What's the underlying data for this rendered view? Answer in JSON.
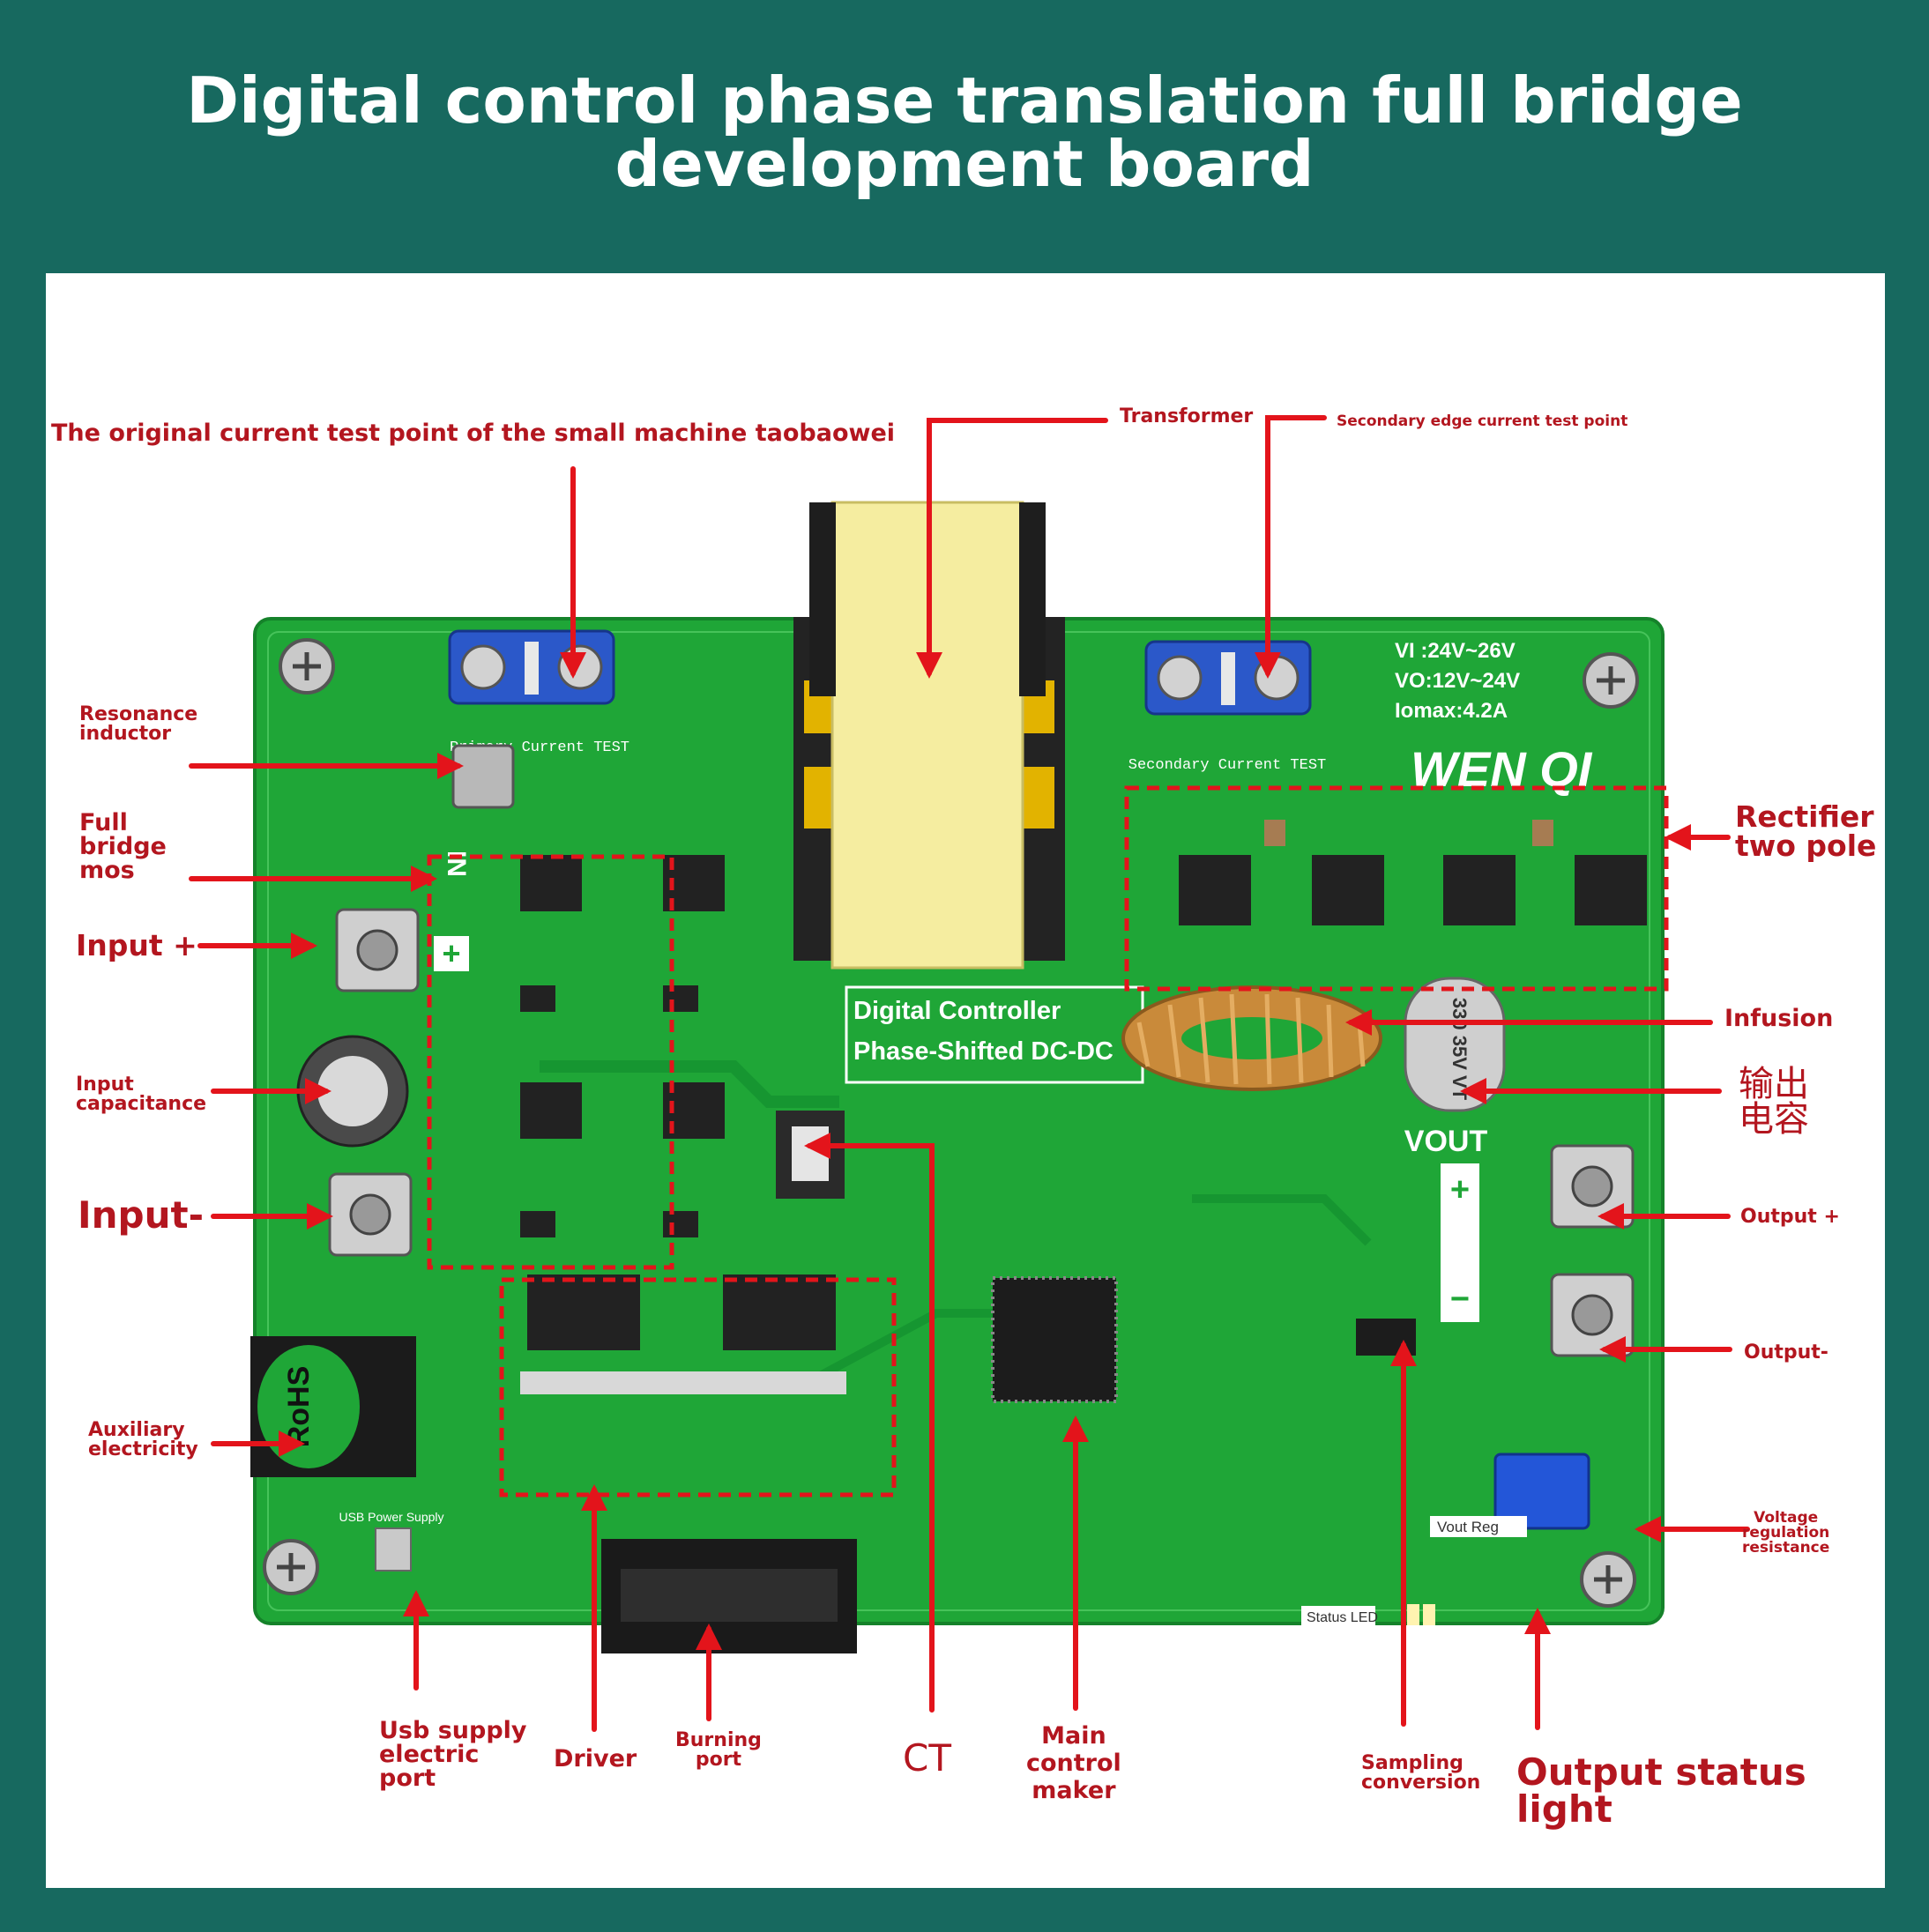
{
  "title": "Digital control phase translation full bridge development board",
  "board": {
    "primary_test_label": "Primary Current TEST",
    "secondary_test_label": "Secondary Current TEST",
    "spec_line_1": "VI :24V~26V",
    "spec_line_2": "VO:12V~24V",
    "spec_line_3": "Iomax:4.2A",
    "brand": "WEN QI",
    "controller_line_1": "Digital Controller",
    "controller_line_2": "Phase-Shifted DC-DC",
    "vout_label": "VOUT",
    "plus_sign": "+",
    "minus_sign": "−",
    "in_label": "IN",
    "rohs": "RoHS",
    "cap_value": "330 35V VT",
    "status_led_label": "Status LED",
    "usb_label": "USB Power Supply",
    "vout_reg_label": "Vout Reg"
  },
  "callouts": {
    "original_test_point": "The original current test point of the small machine taobaowei",
    "transformer": "Transformer",
    "secondary_test_point": "Secondary edge current test point",
    "resonance_inductor": "Resonance\ninductor",
    "full_bridge_mos": "Full\nbridge\nmos",
    "input_plus": "Input +",
    "input_capacitance": "Input\ncapacitance",
    "input_minus": "Input-",
    "auxiliary_electricity": "Auxiliary\nelectricity",
    "rectifier_two_pole": "Rectifier\ntwo pole",
    "infusion": "Infusion",
    "output_capacitor_cn": "输出\n电容",
    "output_plus": "Output +",
    "output_minus": "Output-",
    "voltage_regulation_resistance": "Voltage\nregulation\nresistance",
    "usb_supply_port": "Usb supply\nelectric\nport",
    "driver": "Driver",
    "burning_port": "Burning\nport",
    "ct": "CT",
    "main_control_maker": "Main\ncontrol\nmaker",
    "sampling_conversion": "Sampling\nconversion",
    "output_status_light": "Output status light"
  },
  "colors": {
    "frame": "#17695f",
    "board": "#1fa637",
    "label_red": "#b3161f",
    "arrow_red": "#e3141b"
  }
}
